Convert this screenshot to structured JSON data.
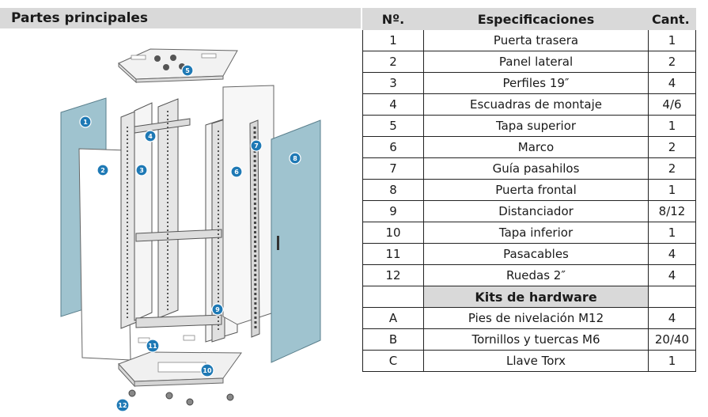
{
  "headers": {
    "parts_title": "Partes principales",
    "number": "Nº.",
    "specs": "Especificaciones",
    "quantity": "Cant."
  },
  "rows": [
    {
      "num": "1",
      "spec": "Puerta trasera",
      "qty": "1"
    },
    {
      "num": "2",
      "spec": "Panel lateral",
      "qty": "2"
    },
    {
      "num": "3",
      "spec": "Perfiles 19″",
      "qty": "4"
    },
    {
      "num": "4",
      "spec": "Escuadras de montaje",
      "qty": "4/6"
    },
    {
      "num": "5",
      "spec": "Tapa superior",
      "qty": "1"
    },
    {
      "num": "6",
      "spec": "Marco",
      "qty": "2"
    },
    {
      "num": "7",
      "spec": "Guía pasahilos",
      "qty": "2"
    },
    {
      "num": "8",
      "spec": "Puerta frontal",
      "qty": "1"
    },
    {
      "num": "9",
      "spec": "Distanciador",
      "qty": "8/12"
    },
    {
      "num": "10",
      "spec": "Tapa inferior",
      "qty": "1"
    },
    {
      "num": "11",
      "spec": "Pasacables",
      "qty": "4"
    },
    {
      "num": "12",
      "spec": "Ruedas 2″",
      "qty": "4"
    }
  ],
  "hardware_title": "Kits de hardware",
  "hardware_rows": [
    {
      "num": "A",
      "spec": "Pies de nivelación M12",
      "qty": "4"
    },
    {
      "num": "B",
      "spec": "Tornillos y tuercas M6",
      "qty": "20/40"
    },
    {
      "num": "C",
      "spec": "Llave Torx",
      "qty": "1"
    }
  ],
  "callouts": [
    "1",
    "2",
    "3",
    "4",
    "5",
    "6",
    "7",
    "8",
    "9",
    "10",
    "11",
    "12"
  ],
  "colors": {
    "header_bg": "#d9d9d9",
    "panel_blue": "#9fc3cf",
    "badge_blue": "#1e79b5"
  }
}
